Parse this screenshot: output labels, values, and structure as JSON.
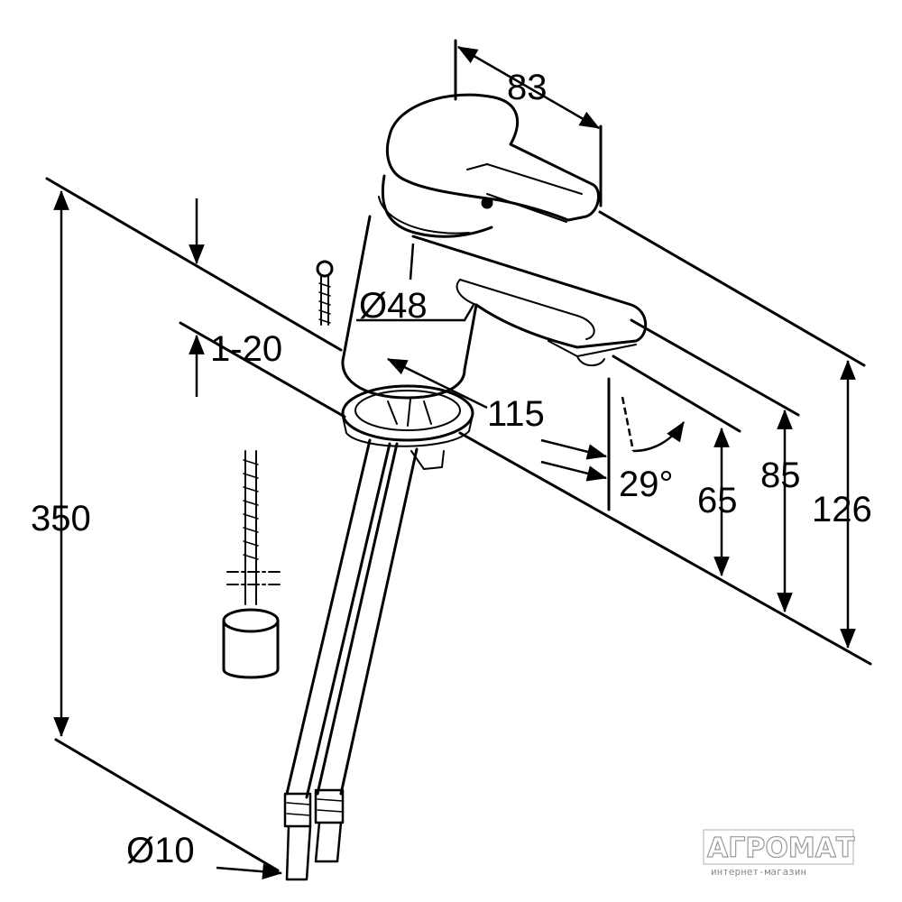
{
  "dimensions": {
    "width_handle": "83",
    "body_diameter": "Ø48",
    "clamp_range": "1-20",
    "spout_reach": "115",
    "spout_angle": "29°",
    "height_outlet": "65",
    "height_spout": "85",
    "height_total": "126",
    "hose_length": "350",
    "hose_diameter": "Ø10"
  },
  "watermark": {
    "brand": "АГРОМАТ",
    "tagline": "интернет-магазин"
  },
  "colors": {
    "line": "#000000",
    "background": "#ffffff",
    "watermark": "#9a9a9a"
  }
}
